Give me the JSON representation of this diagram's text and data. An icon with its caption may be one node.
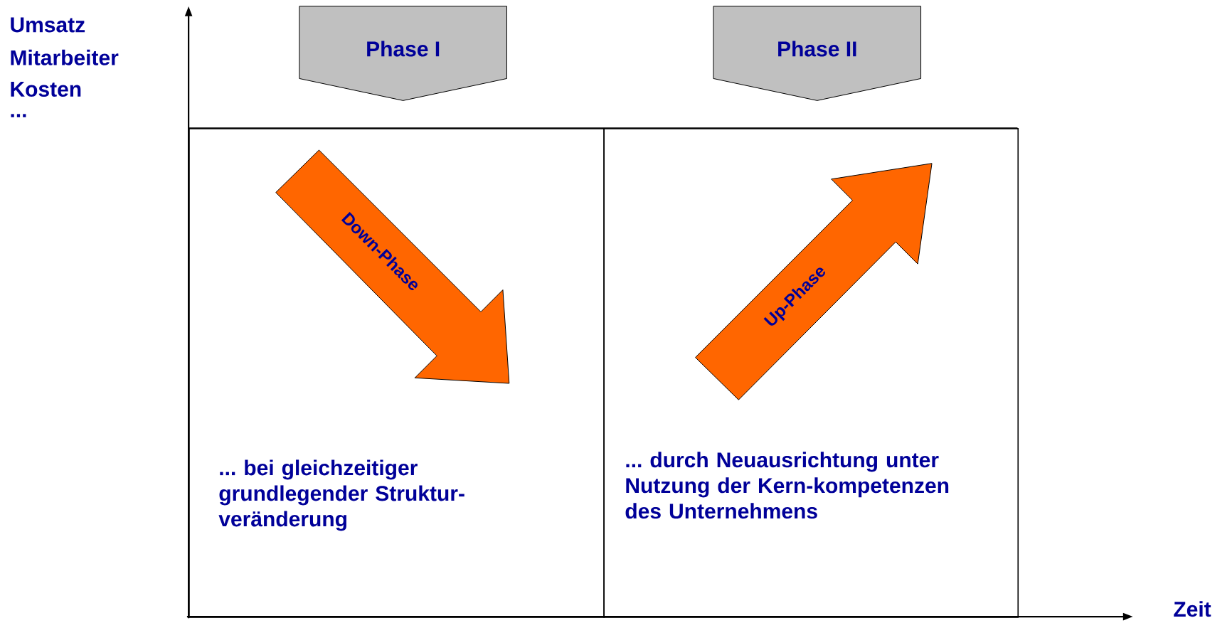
{
  "diagram": {
    "nodes": [
      {
        "text": [
          "Phase I"
        ]
      },
      {
        "text": [
          "Phase II"
        ]
      },
      {
        "text": [
          "... bei gleichzeitiger grundlegender Struktur-veränderung"
        ]
      },
      {
        "text": [
          "Down-Phase"
        ],
        "in": 2
      },
      {
        "text": [
          "... durch Neuausrichtung unter Nutzung der Kern-kompetenzen des Unternehmens"
        ]
      },
      {
        "text": [
          "Up-Phase"
        ],
        "in": 4
      }
    ],
    "labels": [
      "Umsatz",
      "Mitarbeiter",
      "Kosten",
      "...",
      "Zeit"
    ]
  }
}
